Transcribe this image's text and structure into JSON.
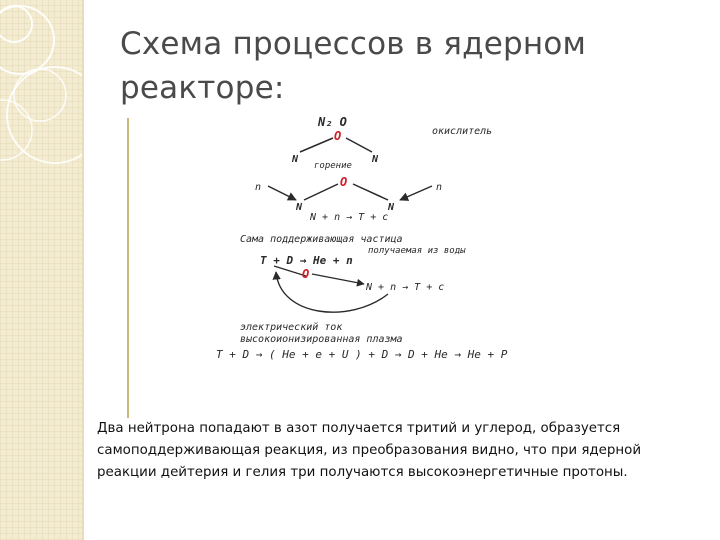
{
  "slide": {
    "title_line1": "Схема  процессов в ядерном",
    "title_line2": "реакторе:",
    "body_text": "Два нейтрона попадают в азот получается тритий и углерод, образуется самоподдерживающая реакция, из преобразования видно, что при ядерной реакции дейтерия и гелия три получаются высокоэнергетичные протоны."
  },
  "diagram": {
    "n2o": "N₂ O",
    "oxidizer": "окислитель",
    "o": "O",
    "n": "N",
    "combustion": "горение",
    "neutron": "n",
    "eq_top": "N + n → T + c",
    "self_sustaining": "Сама поддерживающая частица",
    "from_water": "получаемая из воды",
    "eq_t_d": "T + D → He + n",
    "eq_lower": "N + n → T + c",
    "current_label": "электрический ток",
    "plasma_label": "высокоионизированная плазма",
    "eq_bottom": "T + D → ( He + e + U ) + D → D + He → He + P"
  },
  "colors": {
    "sidebar_bg": "#f3ecd2",
    "sidebar_circles": "#ffffff",
    "accent": "#c9b87a",
    "diagram_red": "#d0202a",
    "ink": "#2a2a2a"
  }
}
